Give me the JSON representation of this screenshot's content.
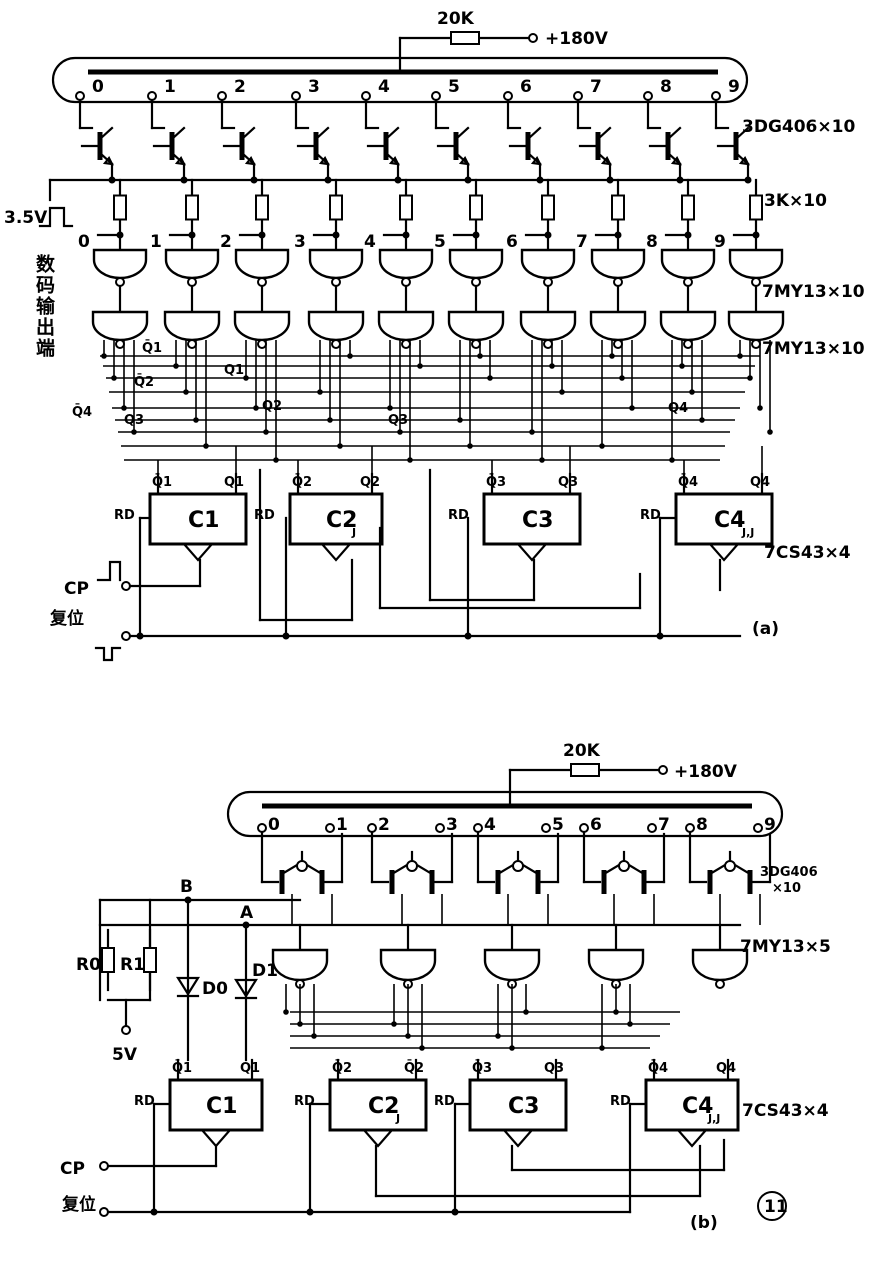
{
  "panel_a": {
    "supply_resistor": "20K",
    "supply_voltage": "+180V",
    "tube_digits": [
      "0",
      "1",
      "2",
      "3",
      "4",
      "5",
      "6",
      "7",
      "8",
      "9"
    ],
    "transistor_label": "3DG406×10",
    "resistor_label": "3K×10",
    "input_voltage": "3.5V",
    "digit_output_label": "数码输出端",
    "input_digits": [
      "0",
      "1",
      "2",
      "3",
      "4",
      "5",
      "6",
      "7",
      "8",
      "9"
    ],
    "nand_label_1": "7MY13×10",
    "nand_label_2": "7MY13×10",
    "q_labels": {
      "q1bar_left": "Q̄1",
      "q2bar_left": "Q̄2",
      "q4bar_left": "Q̄4",
      "q3_left": "Q3",
      "q1_mid": "Q1",
      "q2_mid": "Q2",
      "q3_mid": "Q3",
      "q4_right": "Q4"
    },
    "counters": [
      {
        "name": "C1",
        "rd": "RD",
        "out_left": "Q̄1",
        "out_right": "Q1",
        "sub": ""
      },
      {
        "name": "C2",
        "rd": "RD",
        "out_left": "Q̄2",
        "out_right": "Q2",
        "sub": "J"
      },
      {
        "name": "C3",
        "rd": "RD",
        "out_left": "Q̄3",
        "out_right": "Q3",
        "sub": ""
      },
      {
        "name": "C4",
        "rd": "RD",
        "out_left": "Q̄4",
        "out_right": "Q4",
        "sub": "J,J"
      }
    ],
    "counter_label": "7CS43×4",
    "cp_label": "CP",
    "reset_label": "复位",
    "panel_tag": "(a)"
  },
  "panel_b": {
    "supply_resistor": "20K",
    "supply_voltage": "+180V",
    "tube_digits": [
      "0",
      "1",
      "2",
      "3",
      "4",
      "5",
      "6",
      "7",
      "8",
      "9"
    ],
    "transistor_label_1": "3DG406",
    "transistor_label_2": "×10",
    "nand_label": "7MY13×5",
    "node_b": "B",
    "node_a": "A",
    "r0_label": "R0",
    "r1_label": "R1",
    "d0_label": "D0",
    "d1_label": "D1",
    "supply_5v": "5V",
    "counters": [
      {
        "name": "C1",
        "rd": "RD",
        "out_left": "Q̄1",
        "out_right": "Q1",
        "sub": ""
      },
      {
        "name": "C2",
        "rd": "RD",
        "out_left": "Q̄2",
        "out_right": "Q̄2",
        "sub": "J"
      },
      {
        "name": "C3",
        "rd": "RD",
        "out_left": "Q̄3",
        "out_right": "Q3",
        "sub": ""
      },
      {
        "name": "C4",
        "rd": "RD",
        "out_left": "Q̄4",
        "out_right": "Q4",
        "sub": "J,J"
      }
    ],
    "counter_label": "7CS43×4",
    "cp_label": "CP",
    "reset_label": "复位",
    "panel_tag": "(b)",
    "figure_number": "11"
  }
}
